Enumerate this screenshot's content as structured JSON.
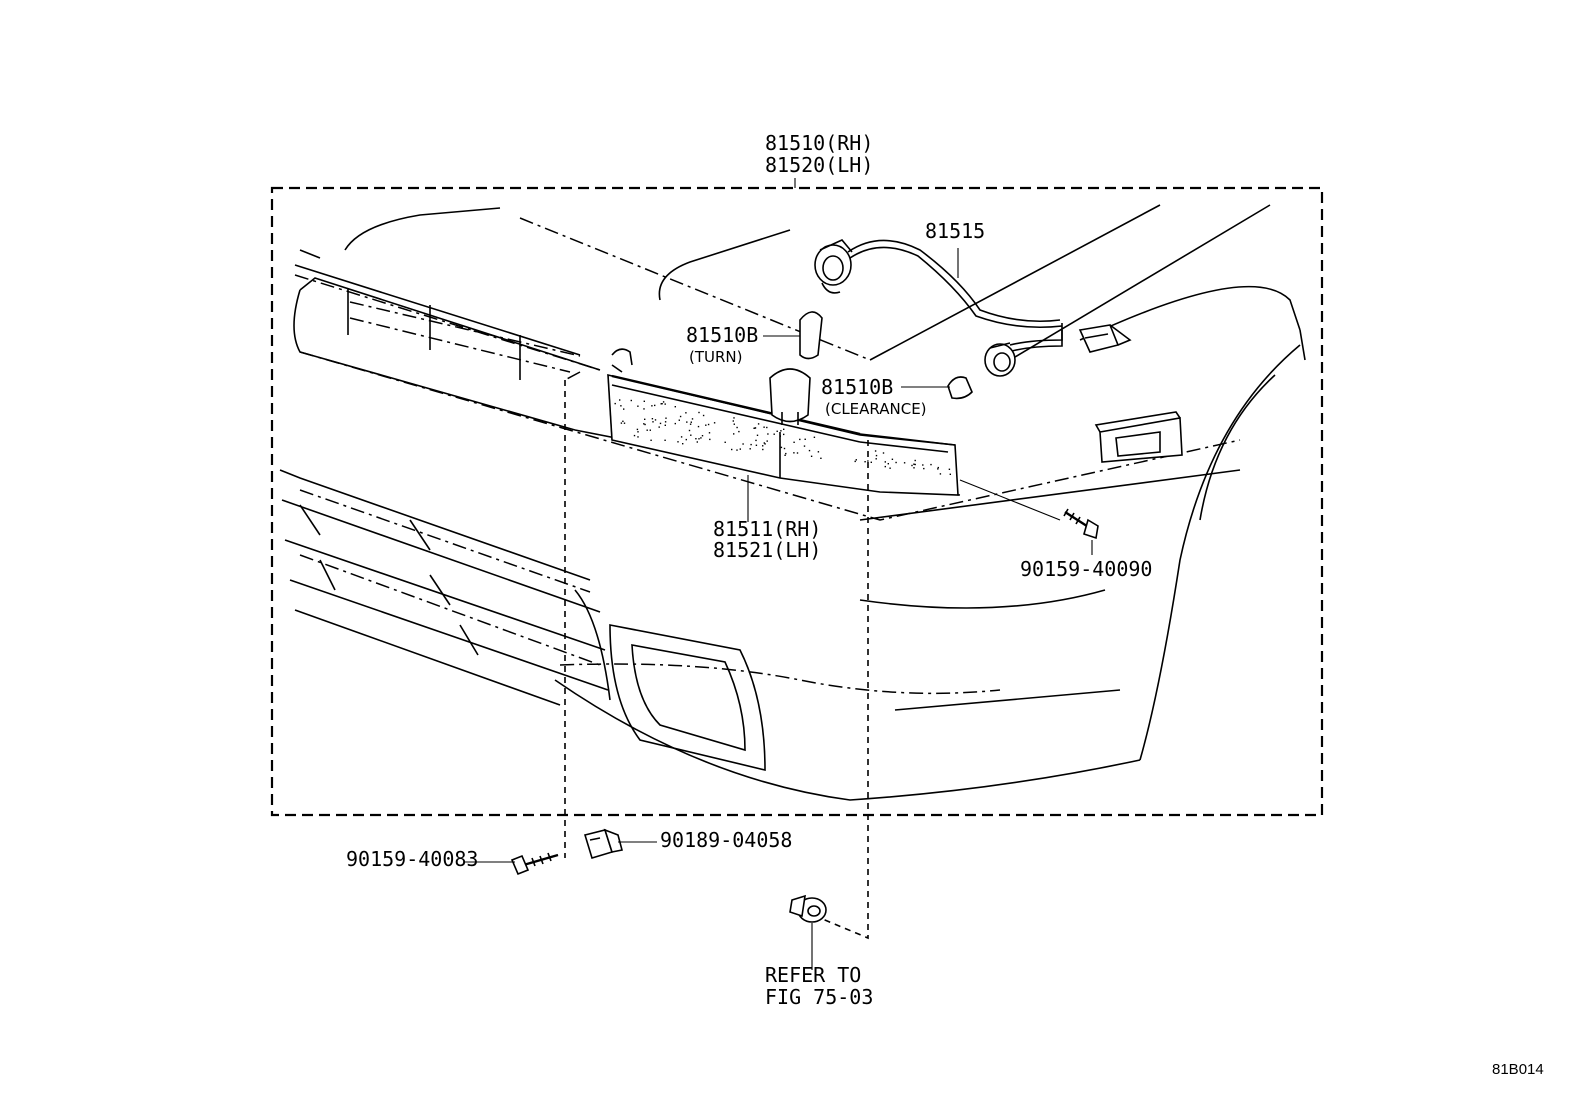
{
  "colors": {
    "ink": "#000000",
    "paper": "#ffffff"
  },
  "callouts": {
    "assembly_rh": "81510(RH)",
    "assembly_lh": "81520(LH)",
    "socket_wire": "81515",
    "bulb_turn": "81510B",
    "bulb_turn_note": "(TURN)",
    "bulb_clearance": "81510B",
    "bulb_clearance_note": "(CLEARANCE)",
    "lens_rh": "81511(RH)",
    "lens_lh": "81521(LH)",
    "screw_right": "90159-40090",
    "screw_left": "90159-40083",
    "nut": "90189-04058",
    "refer_line1": "REFER TO",
    "refer_line2": "FIG 75-03"
  },
  "figure_code": "81B014"
}
